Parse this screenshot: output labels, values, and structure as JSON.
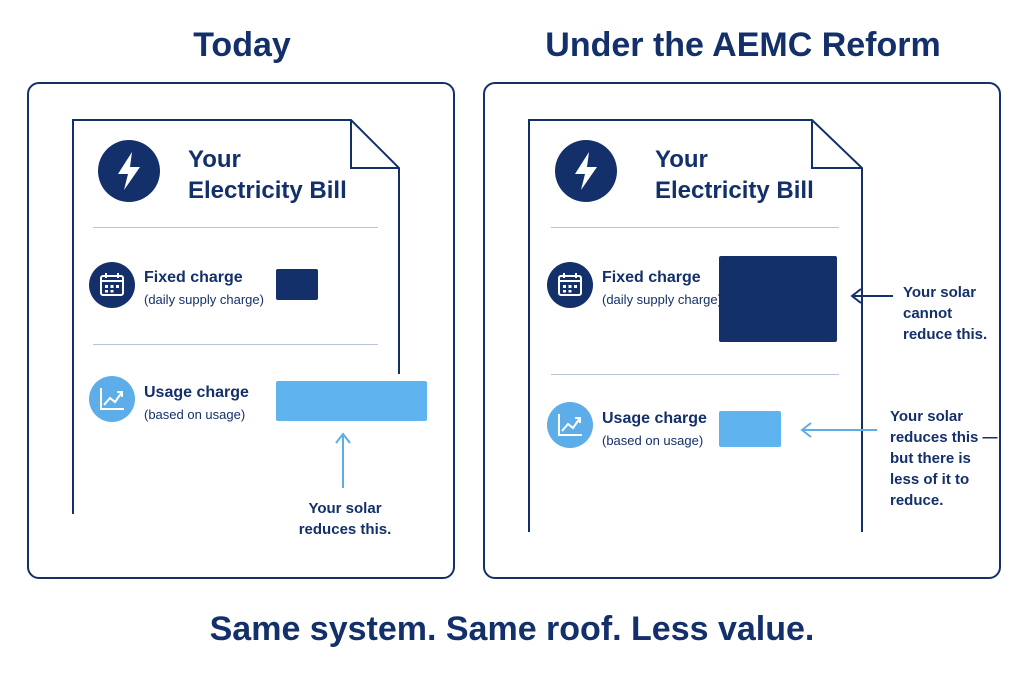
{
  "headings": {
    "left": "Today",
    "right": "Under the AEMC Reform"
  },
  "bill": {
    "title_line1": "Your",
    "title_line2": "Electricity Bill"
  },
  "rows": {
    "fixed": {
      "label": "Fixed charge",
      "sub": "(daily supply charge)"
    },
    "usage": {
      "label": "Usage charge",
      "sub": "(based on usage)"
    }
  },
  "notes": {
    "left_usage": [
      "Your solar",
      "reduces this."
    ],
    "right_fixed": [
      "Your solar",
      "cannot",
      "reduce this."
    ],
    "right_usage": [
      "Your solar",
      "reduces this —",
      "but there is",
      "less of it to",
      "reduce."
    ]
  },
  "tagline": "Same system. Same roof. Less value.",
  "colors": {
    "navy": "#14306b",
    "light_blue": "#5fb4ef",
    "divider": "#b9c3d4"
  },
  "icons": {
    "bill": "lightning-bolt-icon",
    "fixed": "calendar-icon",
    "usage": "chart-trend-icon"
  }
}
